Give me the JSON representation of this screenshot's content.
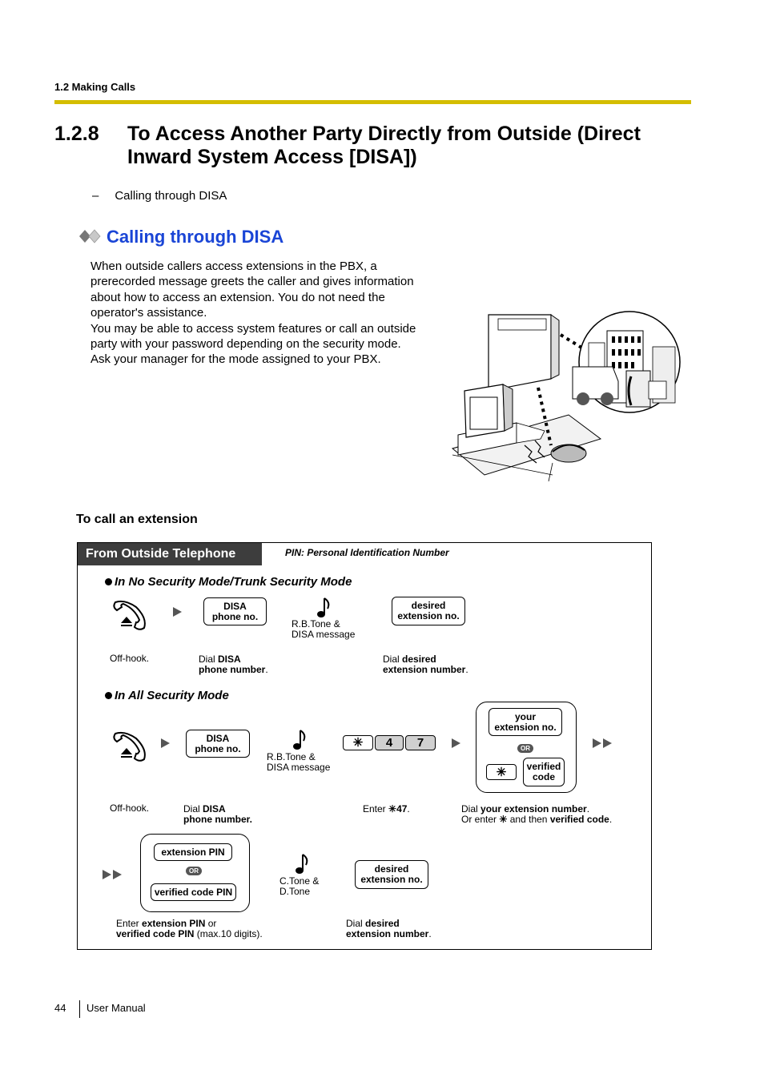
{
  "header": {
    "section_label": "1.2 Making Calls"
  },
  "section": {
    "number": "1.2.8",
    "title": "To Access Another Party Directly from Outside (Direct Inward System Access [DISA])"
  },
  "toc": {
    "dash": "–",
    "item": "Calling through DISA"
  },
  "subsection": {
    "title": "Calling through DISA",
    "body_lines": [
      "When outside callers access extensions in the PBX, a",
      "prerecorded message greets the caller and gives information",
      "about how to access an extension. You do not need the",
      "operator's assistance.",
      "You may be able to access system features or call an outside",
      "party with your password depending on the security mode.",
      "Ask your manager for the mode assigned to your PBX."
    ]
  },
  "procedure": {
    "heading": "To call an extension",
    "tab": "From Outside Telephone",
    "pin_note": "PIN: Personal Identification Number",
    "or": "OR",
    "mode1": {
      "title": "In No Security Mode/Trunk Security Mode",
      "key_disa": [
        "DISA",
        "phone no."
      ],
      "tone": [
        "R.B.Tone &",
        "DISA message"
      ],
      "key_ext": [
        "desired",
        "extension no."
      ],
      "cap_offhook": "Off-hook.",
      "cap_dial_pre": "Dial ",
      "cap_dial_b1": "DISA",
      "cap_dial_b2": "phone number",
      "cap_dial_post": ".",
      "cap_ext_pre": "Dial ",
      "cap_ext_b1": "desired",
      "cap_ext_b2": "extension number",
      "cap_ext_post": "."
    },
    "mode2": {
      "title": "In All Security Mode",
      "key_disa": [
        "DISA",
        "phone no."
      ],
      "tone": [
        "R.B.Tone &",
        "DISA message"
      ],
      "keys_code": [
        "✳",
        "4",
        "7"
      ],
      "key_your_ext": [
        "your",
        "extension no."
      ],
      "key_star": "✳",
      "key_verified": [
        "verified",
        "code"
      ],
      "cap_offhook": "Off-hook.",
      "cap_dial_pre": "Dial ",
      "cap_dial_b1": "DISA",
      "cap_dial_b2": "phone number.",
      "cap_enter_pre": "Enter ",
      "cap_enter_b": "✳47",
      "cap_enter_post": ".",
      "cap_your_pre": "Dial ",
      "cap_your_b": "your extension number",
      "cap_your_post": ".",
      "cap_or_pre": "Or enter ",
      "cap_or_star": "✳",
      "cap_or_mid": " and then ",
      "cap_or_b": "verified code",
      "cap_or_post": ".",
      "key_ext_pin": "extension PIN",
      "key_ver_pin": "verified code PIN",
      "tone2": [
        "C.Tone &",
        "D.Tone"
      ],
      "key_ext": [
        "desired",
        "extension no."
      ],
      "cap_pin_pre": "Enter ",
      "cap_pin_b1": "extension PIN",
      "cap_pin_mid": " or",
      "cap_pin_b2": "verified code PIN",
      "cap_pin_post": " (max.10 digits).",
      "cap_dext_pre": "Dial ",
      "cap_dext_b1": "desired",
      "cap_dext_b2": "extension number",
      "cap_dext_post": "."
    }
  },
  "footer": {
    "page_number": "44",
    "manual": "User Manual"
  }
}
